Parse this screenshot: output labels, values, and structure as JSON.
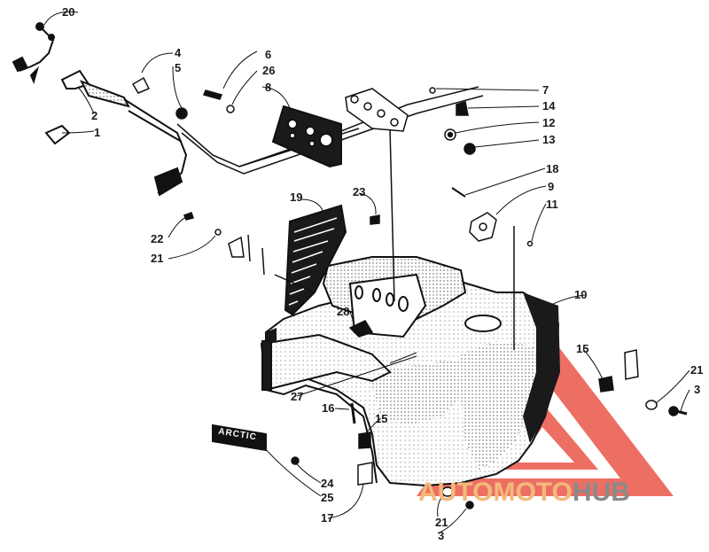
{
  "callouts": [
    {
      "id": "c20",
      "text": "20"
    },
    {
      "id": "c4",
      "text": "4"
    },
    {
      "id": "c5",
      "text": "5"
    },
    {
      "id": "c6",
      "text": "6"
    },
    {
      "id": "c26",
      "text": "26"
    },
    {
      "id": "c8",
      "text": "8"
    },
    {
      "id": "c7",
      "text": "7"
    },
    {
      "id": "c14",
      "text": "14"
    },
    {
      "id": "c12",
      "text": "12"
    },
    {
      "id": "c13",
      "text": "13"
    },
    {
      "id": "c2",
      "text": "2"
    },
    {
      "id": "c1",
      "text": "1"
    },
    {
      "id": "c18",
      "text": "18"
    },
    {
      "id": "c9",
      "text": "9"
    },
    {
      "id": "c11",
      "text": "11"
    },
    {
      "id": "c19",
      "text": "19"
    },
    {
      "id": "c23",
      "text": "23"
    },
    {
      "id": "c22",
      "text": "22"
    },
    {
      "id": "c21a",
      "text": "21"
    },
    {
      "id": "c10",
      "text": "10"
    },
    {
      "id": "c28",
      "text": "28"
    },
    {
      "id": "c15a",
      "text": "15"
    },
    {
      "id": "c21b",
      "text": "21"
    },
    {
      "id": "c3a",
      "text": "3"
    },
    {
      "id": "c27",
      "text": "27"
    },
    {
      "id": "c16",
      "text": "16"
    },
    {
      "id": "c15b",
      "text": "15"
    },
    {
      "id": "c24",
      "text": "24"
    },
    {
      "id": "c25",
      "text": "25"
    },
    {
      "id": "c17",
      "text": "17"
    },
    {
      "id": "c21c",
      "text": "21"
    },
    {
      "id": "c3b",
      "text": "3"
    }
  ],
  "decal_text": "ARCTIC",
  "watermark": {
    "part1": "AUTO",
    "part2": "MOTO",
    "part3": "HUB",
    "color1": "#f2b97a",
    "color2": "#f2b97a",
    "color3": "#8a8a8a",
    "logo_color": "#e8402f"
  }
}
